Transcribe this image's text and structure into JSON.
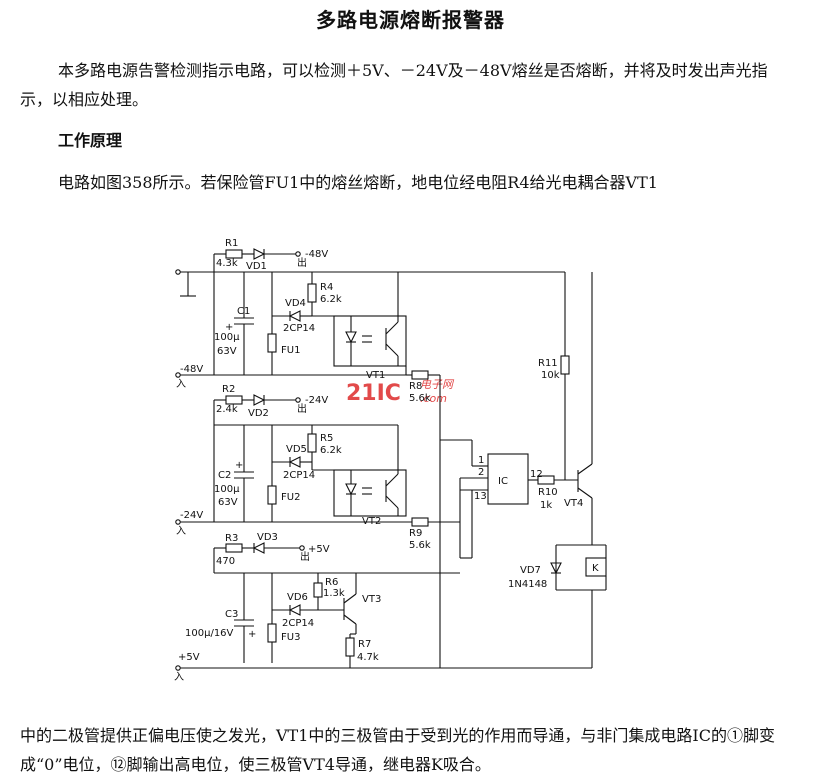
{
  "title": "多路电源熔断报警器",
  "intro": "本多路电源告警检测指示电路，可以检测＋5V、－24V及－48V熔丝是否熔断，并将及时发出声光指示，以相应处理。",
  "section_heading": "工作原理",
  "para_principle": "电路如图358所示。若保险管FU1中的熔丝熔断，地电位经电阻R4给光电耦合器VT1",
  "para_bottom": "中的二极管提供正偏电压使之发光，VT1中的三极管由于受到光的作用而导通，与非门集成电路IC的①脚变成“0”电位，⑫脚输出高电位，使三极管VT4导通，继电器K吸合。",
  "watermark": {
    "main": "21IC",
    "sub": "电子网",
    "domain": ".com"
  },
  "labels": {
    "R1": "R1",
    "R1v": "4.3k",
    "VD1": "VD1",
    "n48": "-48V",
    "out1": "出",
    "R4": "R4",
    "R4v": "6.2k",
    "VD4": "VD4",
    "VD4t": "2CP14",
    "C1": "C1",
    "C1v": "100μ",
    "C1vv": "63V",
    "FU1": "FU1",
    "in48": "-48V",
    "in1": "入",
    "VT1": "VT1",
    "R8": "R8",
    "R8v": "5.6k",
    "R2": "R2",
    "R2v": "2.4k",
    "VD2": "VD2",
    "n24": "-24V",
    "out2": "出",
    "R5": "R5",
    "R5v": "6.2k",
    "VD5": "VD5",
    "VD5t": "2CP14",
    "C2": "C2",
    "C2v": "100μ",
    "C2vv": "63V",
    "FU2": "FU2",
    "VT2": "VT2",
    "in24": "-24V",
    "in2": "入",
    "R9": "R9",
    "R9v": "5.6k",
    "R3": "R3",
    "R3v": "470",
    "VD3": "VD3",
    "p5": "+5V",
    "out3": "出",
    "R6": "R6",
    "R6v": "1.3k",
    "VD6": "VD6",
    "VD6t": "2CP14",
    "VT3": "VT3",
    "C3": "C3",
    "C3v": "100μ/16V",
    "FU3": "FU3",
    "R7": "R7",
    "R7v": "4.7k",
    "in5": "+5V",
    "in3": "入",
    "IC": "IC",
    "pin1": "1",
    "pin2": "2",
    "pin13": "13",
    "pin12": "12",
    "R10": "R10",
    "R10v": "1k",
    "VT4": "VT4",
    "R11": "R11",
    "R11v": "10k",
    "VD7": "VD7",
    "VD7t": "1N4148",
    "K": "K"
  }
}
